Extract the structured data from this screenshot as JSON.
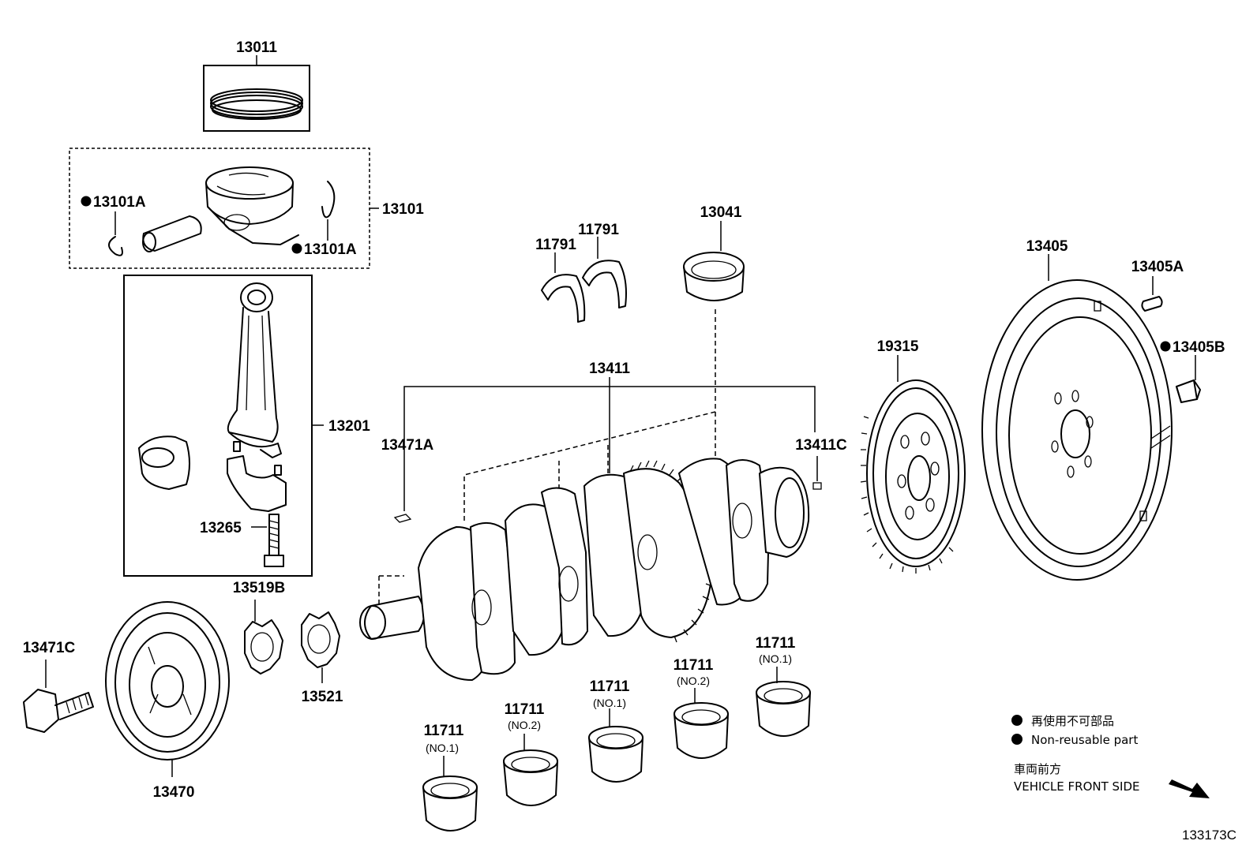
{
  "labels": {
    "p13011": "13011",
    "p13101a_left": "13101A",
    "p13101a_right": "13101A",
    "p13101": "13101",
    "p13201": "13201",
    "p13265": "13265",
    "p13519b": "13519B",
    "p13521": "13521",
    "p13471c": "13471C",
    "p13470": "13470",
    "p11791_left": "11791",
    "p11791_right": "11791",
    "p13041": "13041",
    "p13411": "13411",
    "p13471a": "13471A",
    "p13411c": "13411C",
    "p19315": "19315",
    "p13405": "13405",
    "p13405a": "13405A",
    "p13405b": "13405B",
    "b1_num": "11711",
    "b1_sub": "(NO.1)",
    "b2_num": "11711",
    "b2_sub": "(NO.2)",
    "b3_num": "11711",
    "b3_sub": "(NO.1)",
    "b4_num": "11711",
    "b4_sub": "(NO.2)",
    "b5_num": "11711",
    "b5_sub": "(NO.1)"
  },
  "legend": {
    "nonreusable_jp": "再使用不可部品",
    "nonreusable_en": "Non-reusable part",
    "front_jp": "車両前方",
    "front_en": "VEHICLE FRONT SIDE"
  },
  "diagram_code": "133173C"
}
